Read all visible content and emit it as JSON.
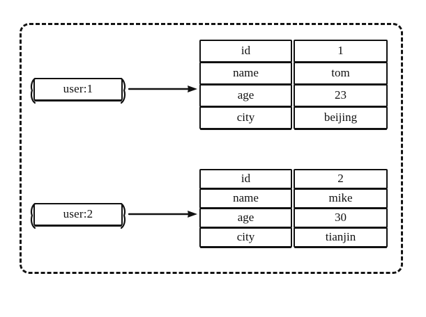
{
  "diagram": {
    "title_visible": false,
    "style": "hand-drawn sketch",
    "background_color": "#ffffff",
    "stroke_color": "#111111",
    "container": {
      "name": "redis-keyspace-container",
      "border_style": "dashed",
      "border_color": "#141414"
    },
    "entries": [
      {
        "key_label": "user:1",
        "arrow": "right-arrow",
        "fields": [
          {
            "field": "id",
            "value": "1"
          },
          {
            "field": "name",
            "value": "tom"
          },
          {
            "field": "age",
            "value": "23"
          },
          {
            "field": "city",
            "value": "beijing"
          }
        ]
      },
      {
        "key_label": "user:2",
        "arrow": "right-arrow",
        "fields": [
          {
            "field": "id",
            "value": "2"
          },
          {
            "field": "name",
            "value": "mike"
          },
          {
            "field": "age",
            "value": "30"
          },
          {
            "field": "city",
            "value": "tianjin"
          }
        ]
      }
    ]
  }
}
